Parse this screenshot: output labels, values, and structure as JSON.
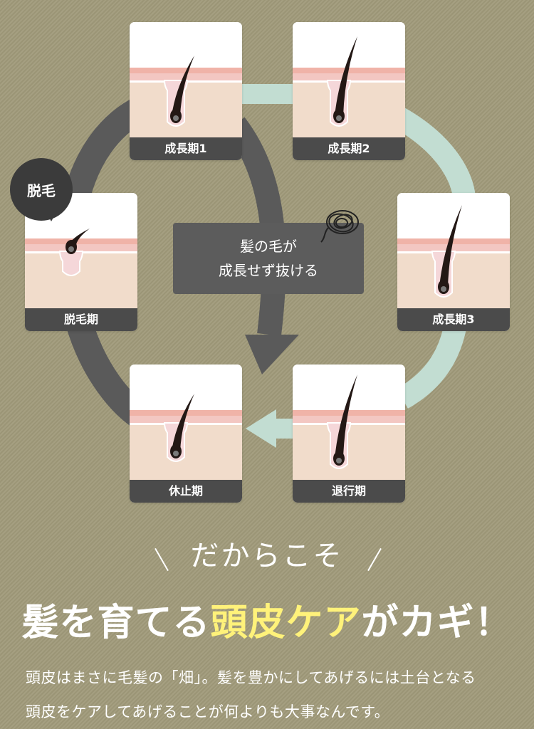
{
  "colors": {
    "background": "#a09a7a",
    "arrow_dark": "#5a5a5a",
    "arrow_mint": "#c2ddd2",
    "label_bg": "#4b4b4b",
    "highlight": "#fff27a",
    "skin": "#f1dccb",
    "skin_pink_band": "#f3c7c2",
    "hair": "#231815"
  },
  "cards": [
    {
      "stage": "anagen-1",
      "label": "成長期1",
      "hair_length": 0.35
    },
    {
      "stage": "anagen-2",
      "label": "成長期2",
      "hair_length": 0.8
    },
    {
      "stage": "anagen-3",
      "label": "成長期3",
      "hair_length": 0.85
    },
    {
      "stage": "catagen",
      "label": "退行期",
      "hair_length": 0.9
    },
    {
      "stage": "telogen",
      "label": "休止期",
      "hair_length": 0.45
    },
    {
      "stage": "shedding",
      "label": "脱毛期",
      "hair_length": 0.3
    }
  ],
  "badge": {
    "label": "脱毛"
  },
  "note": {
    "line1": "髪の毛が",
    "line2": "成長せず抜ける"
  },
  "subtitle": "だからこそ",
  "headline": {
    "part1": "髪を育てる",
    "highlight": "頭皮ケア",
    "part2": "がカギ！"
  },
  "body": {
    "line1": "頭皮はまさに毛髪の「畑」。髪を豊かにしてあげるには土台となる",
    "line2": "頭皮をケアしてあげることが何よりも大事なんです。"
  }
}
